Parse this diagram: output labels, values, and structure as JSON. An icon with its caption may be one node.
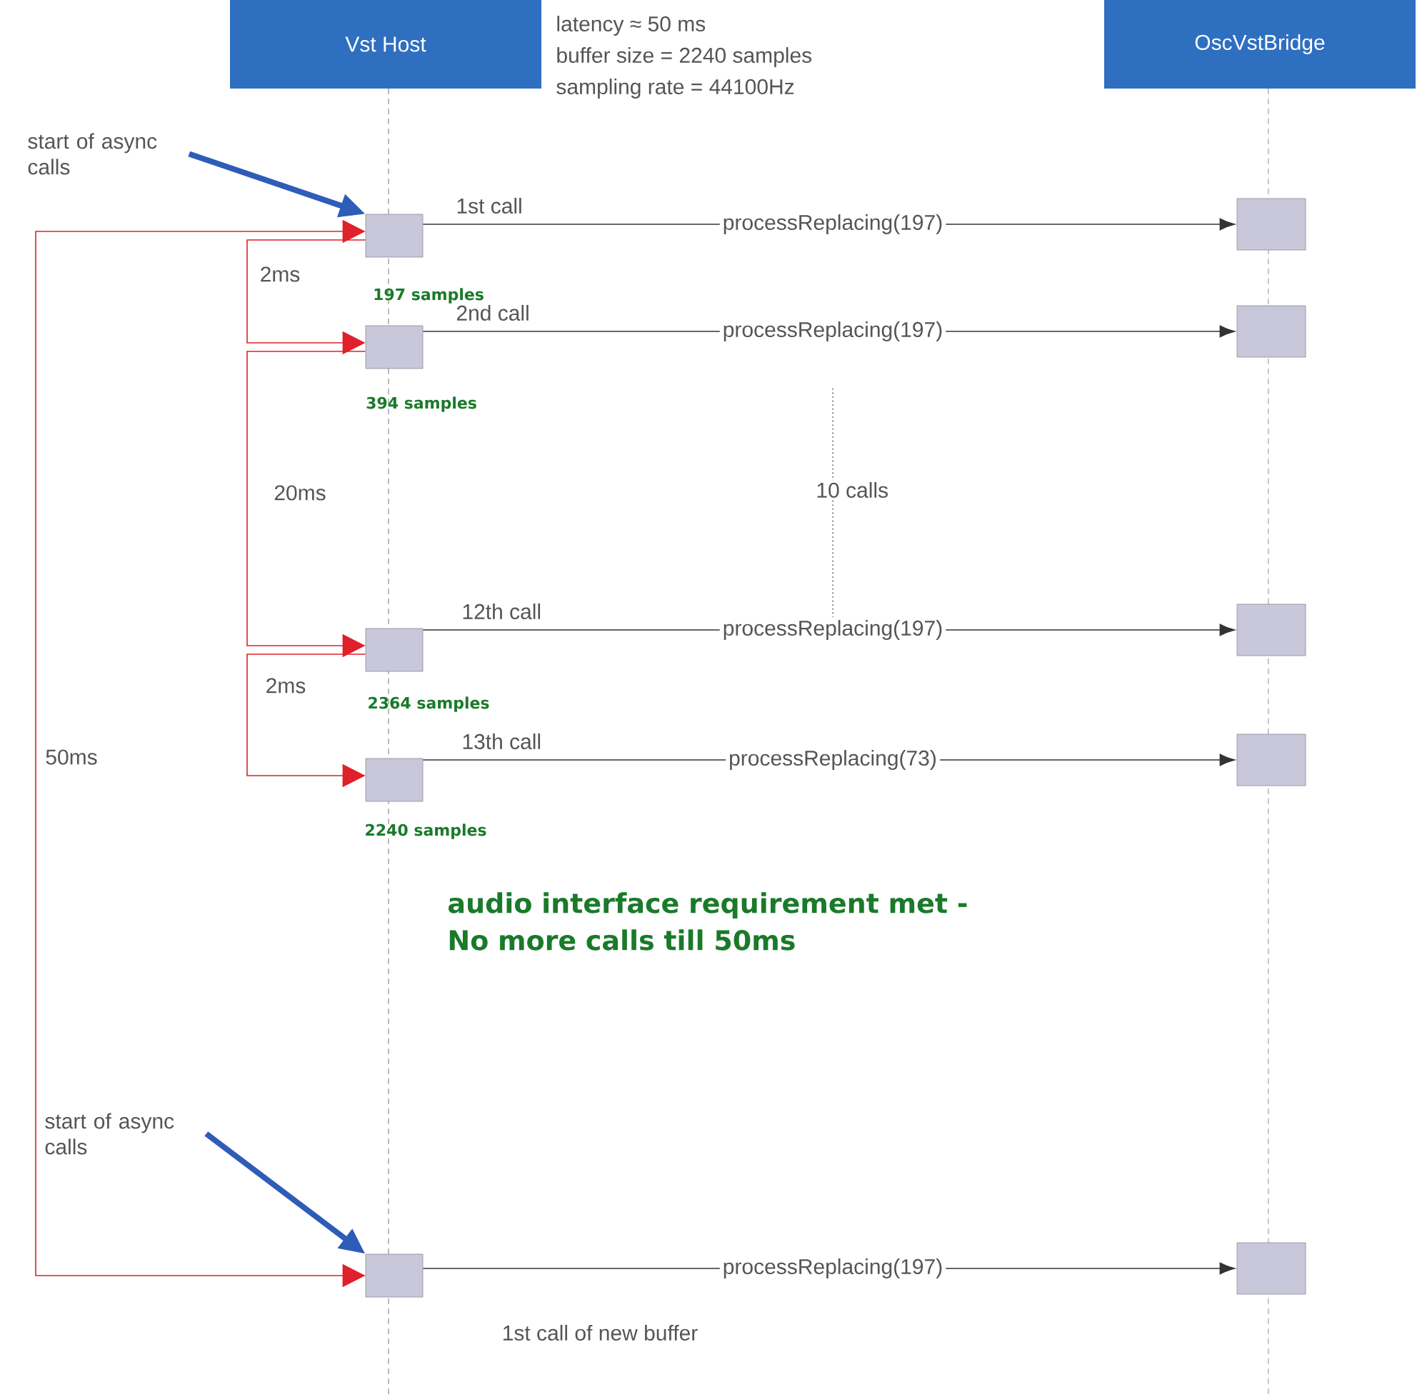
{
  "diagram": {
    "nodes": [
      {
        "text": [
          "Vst Host"
        ]
      },
      {
        "text": [
          "OscVstBridge"
        ]
      },
      {
        "text": [],
        "shape": "box",
        "beside": [
          "197 samples"
        ]
      },
      {
        "text": [],
        "shape": "box",
        "beside": [
          "394 samples"
        ]
      },
      {
        "text": [],
        "shape": "box",
        "beside": [
          "2364 samples"
        ]
      },
      {
        "text": [],
        "shape": "box",
        "beside": [
          "2240 samples"
        ]
      },
      {
        "text": [],
        "shape": "box",
        "beside": [
          "1st call of new buffer"
        ]
      },
      {
        "text": [],
        "shape": "box"
      },
      {
        "text": [],
        "shape": "box"
      },
      {
        "text": [],
        "shape": "box"
      },
      {
        "text": [],
        "shape": "box"
      },
      {
        "text": [],
        "shape": "box"
      },
      {
        "text": [
          "start of async calls"
        ]
      },
      {
        "text": [
          "start of async calls"
        ]
      }
    ],
    "edges": [
      {
        "from": 2,
        "to": 7,
        "arrow": "to",
        "label": "processReplacing(197)"
      },
      {
        "from": 3,
        "to": 8,
        "arrow": "to",
        "label": "processReplacing(197)"
      },
      {
        "from": 4,
        "to": 9,
        "arrow": "to",
        "label": "processReplacing(197)"
      },
      {
        "from": 5,
        "to": 10,
        "arrow": "to",
        "label": "processReplacing(73)"
      },
      {
        "from": 6,
        "to": 11,
        "arrow": "to",
        "label": "processReplacing(197)"
      },
      {
        "from": 12,
        "to": 2,
        "arrow": "to",
        "style": "thick",
        "color": "#2e5cb8"
      },
      {
        "from": 13,
        "to": 6,
        "arrow": "to",
        "style": "thick",
        "color": "#2e5cb8"
      },
      {
        "from": 2,
        "to": 3,
        "arrow": "to",
        "label": "2ms",
        "color": "#e0202a"
      },
      {
        "from": 3,
        "to": 4,
        "arrow": "to",
        "label": "20ms",
        "color": "#e0202a"
      },
      {
        "from": 4,
        "to": 5,
        "arrow": "to",
        "label": "2ms",
        "color": "#e0202a"
      },
      {
        "from": 2,
        "to": 6,
        "arrow": "both",
        "label": "50ms",
        "color": "#e0202a"
      }
    ],
    "labels": [
      "latency ≈ 50 ms",
      "buffer size = 2240 samples",
      "sampling rate = 44100Hz",
      "1st call",
      "2nd call",
      "10 calls",
      "12th call",
      "13th call",
      "audio interface requirement met - No more calls till 50ms"
    ]
  }
}
